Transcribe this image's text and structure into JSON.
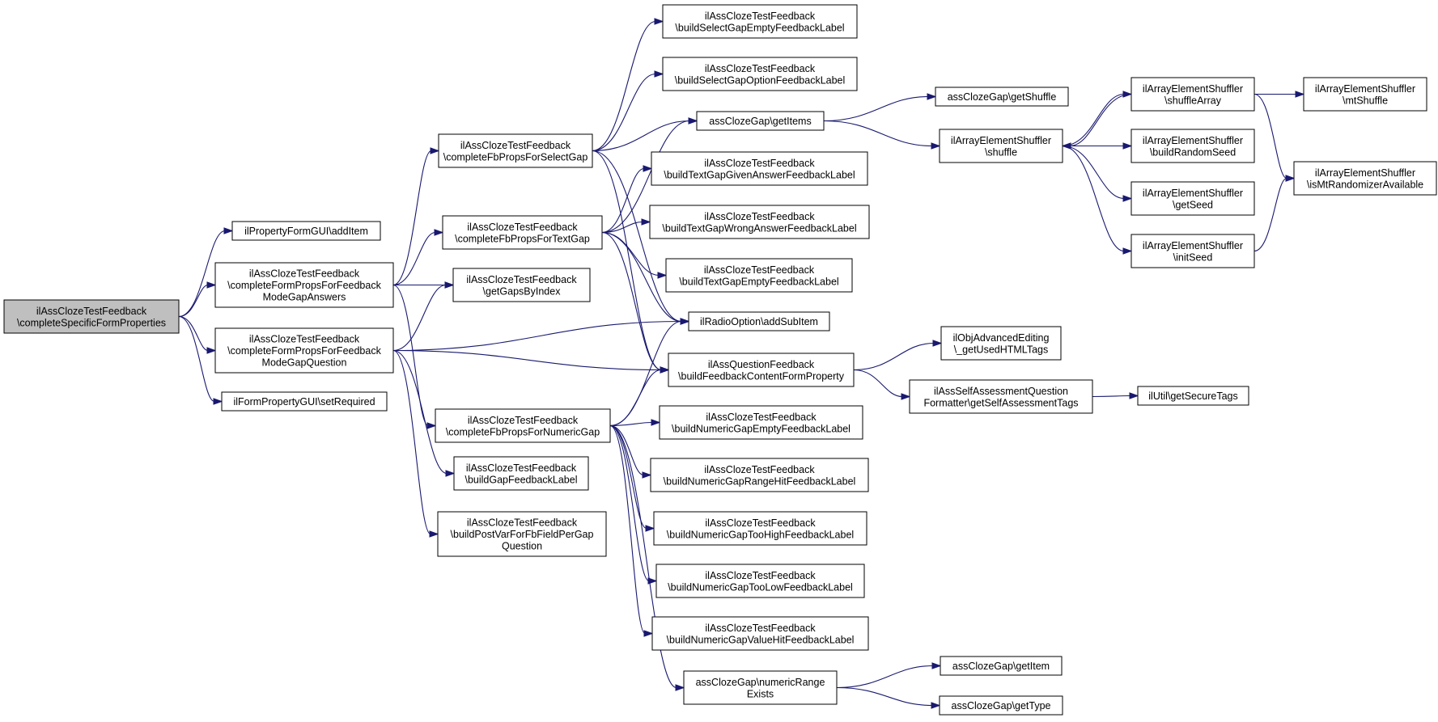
{
  "nodes": [
    {
      "id": "root",
      "lines": [
        "ilAssClozeTestFeedback",
        "\\completeSpecificFormProperties"
      ]
    },
    {
      "id": "addItem",
      "lines": [
        "ilPropertyFormGUI\\addItem"
      ]
    },
    {
      "id": "fpAnswers",
      "lines": [
        "ilAssClozeTestFeedback",
        "\\completeFormPropsForFeedback",
        "ModeGapAnswers"
      ]
    },
    {
      "id": "fpQuestion",
      "lines": [
        "ilAssClozeTestFeedback",
        "\\completeFormPropsForFeedback",
        "ModeGapQuestion"
      ]
    },
    {
      "id": "setRequired",
      "lines": [
        "ilFormPropertyGUI\\setRequired"
      ]
    },
    {
      "id": "fbSelect",
      "lines": [
        "ilAssClozeTestFeedback",
        "\\completeFbPropsForSelectGap"
      ]
    },
    {
      "id": "fbText",
      "lines": [
        "ilAssClozeTestFeedback",
        "\\completeFbPropsForTextGap"
      ]
    },
    {
      "id": "gapsByIndex",
      "lines": [
        "ilAssClozeTestFeedback",
        "\\getGapsByIndex"
      ]
    },
    {
      "id": "fbNumeric",
      "lines": [
        "ilAssClozeTestFeedback",
        "\\completeFbPropsForNumericGap"
      ]
    },
    {
      "id": "gapLabel",
      "lines": [
        "ilAssClozeTestFeedback",
        "\\buildGapFeedbackLabel"
      ]
    },
    {
      "id": "postVar",
      "lines": [
        "ilAssClozeTestFeedback",
        "\\buildPostVarForFbFieldPerGap",
        "Question"
      ]
    },
    {
      "id": "selEmpty",
      "lines": [
        "ilAssClozeTestFeedback",
        "\\buildSelectGapEmptyFeedbackLabel"
      ]
    },
    {
      "id": "selOption",
      "lines": [
        "ilAssClozeTestFeedback",
        "\\buildSelectGapOptionFeedbackLabel"
      ]
    },
    {
      "id": "getItems",
      "lines": [
        "assClozeGap\\getItems"
      ]
    },
    {
      "id": "txtGiven",
      "lines": [
        "ilAssClozeTestFeedback",
        "\\buildTextGapGivenAnswerFeedbackLabel"
      ]
    },
    {
      "id": "txtWrong",
      "lines": [
        "ilAssClozeTestFeedback",
        "\\buildTextGapWrongAnswerFeedbackLabel"
      ]
    },
    {
      "id": "txtEmpty",
      "lines": [
        "ilAssClozeTestFeedback",
        "\\buildTextGapEmptyFeedbackLabel"
      ]
    },
    {
      "id": "addSubItem",
      "lines": [
        "ilRadioOption\\addSubItem"
      ]
    },
    {
      "id": "buildFcfp",
      "lines": [
        "ilAssQuestionFeedback",
        "\\buildFeedbackContentFormProperty"
      ]
    },
    {
      "id": "numEmpty",
      "lines": [
        "ilAssClozeTestFeedback",
        "\\buildNumericGapEmptyFeedbackLabel"
      ]
    },
    {
      "id": "numRange",
      "lines": [
        "ilAssClozeTestFeedback",
        "\\buildNumericGapRangeHitFeedbackLabel"
      ]
    },
    {
      "id": "numHigh",
      "lines": [
        "ilAssClozeTestFeedback",
        "\\buildNumericGapTooHighFeedbackLabel"
      ]
    },
    {
      "id": "numLow",
      "lines": [
        "ilAssClozeTestFeedback",
        "\\buildNumericGapTooLowFeedbackLabel"
      ]
    },
    {
      "id": "numValue",
      "lines": [
        "ilAssClozeTestFeedback",
        "\\buildNumericGapValueHitFeedbackLabel"
      ]
    },
    {
      "id": "rangeExists",
      "lines": [
        "assClozeGap\\numericRange",
        "Exists"
      ]
    },
    {
      "id": "getShuffle",
      "lines": [
        "assClozeGap\\getShuffle"
      ]
    },
    {
      "id": "shuffle",
      "lines": [
        "ilArrayElementShuffler",
        "\\shuffle"
      ]
    },
    {
      "id": "usedTags",
      "lines": [
        "ilObjAdvancedEditing",
        "\\_getUsedHTMLTags"
      ]
    },
    {
      "id": "saTags",
      "lines": [
        "ilAssSelfAssessmentQuestion",
        "Formatter\\getSelfAssessmentTags"
      ]
    },
    {
      "id": "getItem",
      "lines": [
        "assClozeGap\\getItem"
      ]
    },
    {
      "id": "getType",
      "lines": [
        "assClozeGap\\getType"
      ]
    },
    {
      "id": "shuffleArray",
      "lines": [
        "ilArrayElementShuffler",
        "\\shuffleArray"
      ]
    },
    {
      "id": "randomSeed",
      "lines": [
        "ilArrayElementShuffler",
        "\\buildRandomSeed"
      ]
    },
    {
      "id": "getSeed",
      "lines": [
        "ilArrayElementShuffler",
        "\\getSeed"
      ]
    },
    {
      "id": "initSeed",
      "lines": [
        "ilArrayElementShuffler",
        "\\initSeed"
      ]
    },
    {
      "id": "secureTags",
      "lines": [
        "ilUtil\\getSecureTags"
      ]
    },
    {
      "id": "mtShuffle",
      "lines": [
        "ilArrayElementShuffler",
        "\\mtShuffle"
      ]
    },
    {
      "id": "mtAvail",
      "lines": [
        "ilArrayElementShuffler",
        "\\isMtRandomizerAvailable"
      ]
    }
  ],
  "edges": [
    [
      "root",
      "addItem"
    ],
    [
      "root",
      "fpAnswers"
    ],
    [
      "root",
      "fpQuestion"
    ],
    [
      "root",
      "setRequired"
    ],
    [
      "fpAnswers",
      "fbSelect"
    ],
    [
      "fpAnswers",
      "fbText"
    ],
    [
      "fpAnswers",
      "gapsByIndex"
    ],
    [
      "fpAnswers",
      "fbNumeric"
    ],
    [
      "fpQuestion",
      "gapsByIndex"
    ],
    [
      "fpQuestion",
      "addSubItem"
    ],
    [
      "fpQuestion",
      "buildFcfp"
    ],
    [
      "fpQuestion",
      "gapLabel"
    ],
    [
      "fpQuestion",
      "postVar"
    ],
    [
      "fbSelect",
      "selEmpty"
    ],
    [
      "fbSelect",
      "selOption"
    ],
    [
      "fbSelect",
      "getItems"
    ],
    [
      "fbSelect",
      "addSubItem"
    ],
    [
      "fbSelect",
      "buildFcfp"
    ],
    [
      "fbText",
      "getItems"
    ],
    [
      "fbText",
      "txtGiven"
    ],
    [
      "fbText",
      "txtWrong"
    ],
    [
      "fbText",
      "txtEmpty"
    ],
    [
      "fbText",
      "addSubItem"
    ],
    [
      "fbText",
      "buildFcfp"
    ],
    [
      "fbNumeric",
      "addSubItem"
    ],
    [
      "fbNumeric",
      "buildFcfp"
    ],
    [
      "fbNumeric",
      "numEmpty"
    ],
    [
      "fbNumeric",
      "numRange"
    ],
    [
      "fbNumeric",
      "numHigh"
    ],
    [
      "fbNumeric",
      "numLow"
    ],
    [
      "fbNumeric",
      "numValue"
    ],
    [
      "fbNumeric",
      "rangeExists"
    ],
    [
      "getItems",
      "getShuffle"
    ],
    [
      "getItems",
      "shuffle"
    ],
    [
      "buildFcfp",
      "usedTags"
    ],
    [
      "buildFcfp",
      "saTags"
    ],
    [
      "saTags",
      "secureTags"
    ],
    [
      "rangeExists",
      "getItem"
    ],
    [
      "rangeExists",
      "getType"
    ],
    [
      "shuffle",
      "shuffleArray"
    ],
    [
      "shuffle",
      "randomSeed"
    ],
    [
      "shuffle",
      "getSeed"
    ],
    [
      "shuffle",
      "initSeed"
    ],
    [
      "shuffleArray",
      "shuffle"
    ],
    [
      "shuffleArray",
      "mtShuffle"
    ],
    [
      "shuffleArray",
      "mtAvail"
    ],
    [
      "initSeed",
      "mtAvail"
    ]
  ]
}
